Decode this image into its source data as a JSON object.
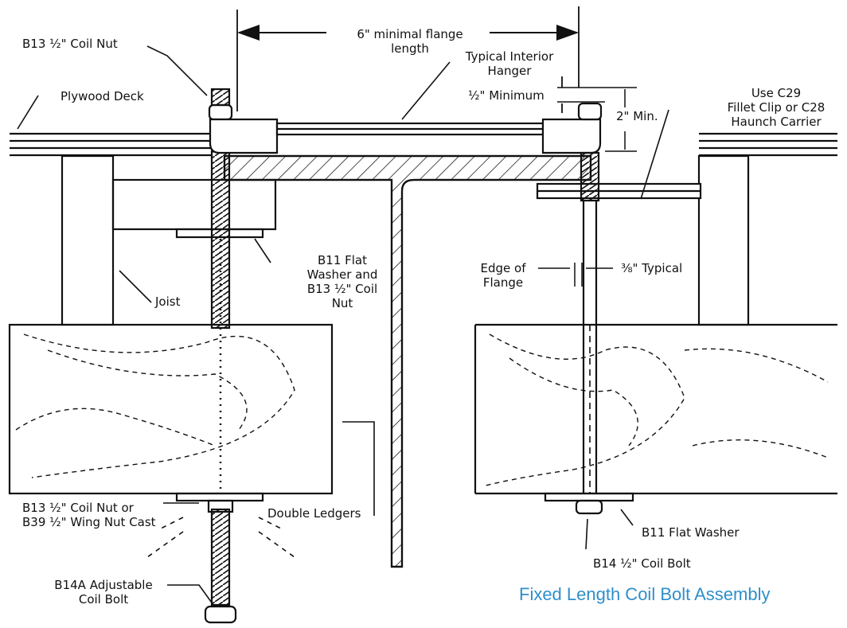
{
  "title": "Fixed Length Coil Bolt Assembly",
  "colors": {
    "ink": "#111111",
    "title": "#2f8fc9",
    "background": "#ffffff"
  },
  "labels": {
    "coil_nut_top": "B13 ½\" Coil Nut",
    "flange_length": "6\" minimal flange\nlength",
    "interior_hanger": "Typical Interior\nHanger",
    "plywood_deck": "Plywood Deck",
    "half_min": "½\" Minimum",
    "two_min": "2\" Min.",
    "fillet_clip": "Use C29\nFillet Clip or C28\nHaunch Carrier",
    "flat_washer_coil_nut": "B11 Flat\nWasher and\nB13 ½\" Coil\nNut",
    "joist": "Joist",
    "edge_of_flange": "Edge of\nFlange",
    "three_eighths": "⅜\" Typical",
    "double_ledgers": "Double Ledgers",
    "coil_nut_wing": "B13 ½\" Coil Nut or\nB39 ½\" Wing Nut Cast",
    "flat_washer": "B11 Flat Washer",
    "coil_bolt": "B14 ½\" Coil Bolt",
    "adjustable_bolt": "B14A Adjustable\nCoil Bolt"
  }
}
